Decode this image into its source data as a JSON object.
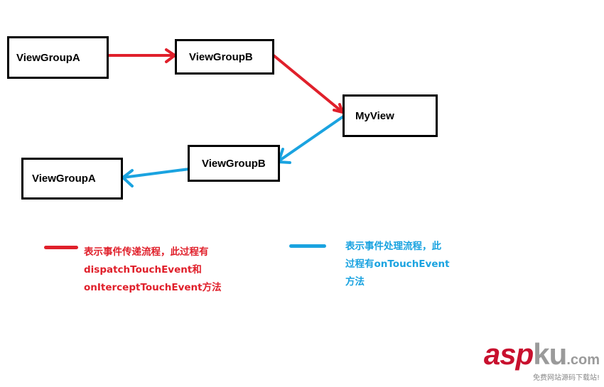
{
  "nodes": {
    "dispatch_a": "ViewGroupA",
    "dispatch_b": "ViewGroupB",
    "my_view": "MyView",
    "handle_b": "ViewGroupB",
    "handle_a": "ViewGroupA"
  },
  "legend": {
    "dispatch": {
      "color": "#e0202b",
      "lines": [
        "表示事件传递流程，此过程有",
        "dispatchTouchEvent和",
        "onIterceptTouchEvent方法"
      ]
    },
    "handle": {
      "color": "#1aa3e0",
      "lines": [
        "表示事件处理流程，此",
        "过程有onTouchEvent",
        "方法"
      ]
    }
  },
  "watermark": {
    "asp": "asp",
    "ku": "ku",
    "com": ".com",
    "subtitle": "免费网站源码下载站!"
  }
}
